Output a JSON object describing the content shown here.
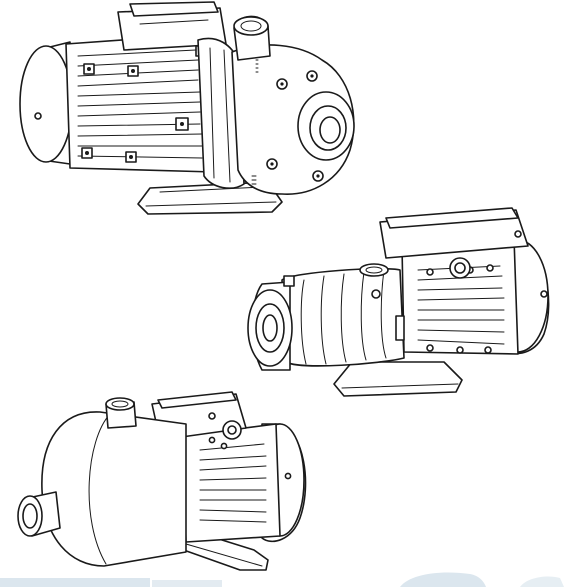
{
  "image": {
    "kind": "line-art illustration",
    "items": [
      {
        "name": "end-suction-centrifugal-pump",
        "icon": "pump-icon"
      },
      {
        "name": "horizontal-multistage-pump",
        "icon": "pump-icon"
      },
      {
        "name": "stainless-jet-pump",
        "icon": "pump-icon"
      }
    ],
    "colors": {
      "line": "#1a1a1a",
      "background": "#ffffff",
      "footer_tint": "#dbe6ee"
    }
  }
}
